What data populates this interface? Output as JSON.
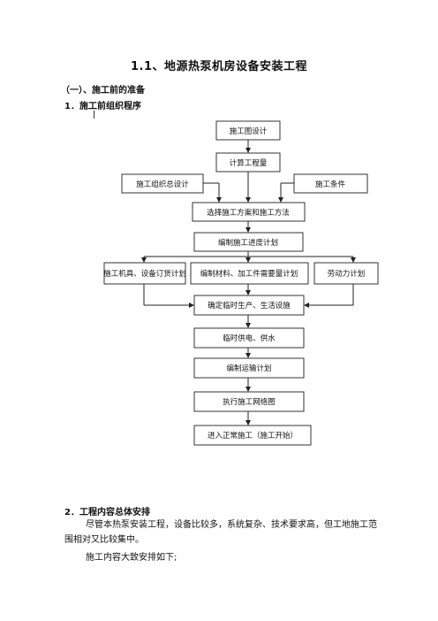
{
  "doc": {
    "title": "1.1、地源热泵机房设备安装工程",
    "section": "（一）、施工前的准备",
    "sub1": "1．施工前组织程序",
    "sub2": "2．工程内容总体安排",
    "para1": "尽管本热泵安装工程，设备比较多，系统复杂、技术要求高，但工地施工范围相对又比较集中。",
    "para2": "施工内容大致安排如下;"
  },
  "flow": {
    "design": "施工图设计",
    "quantity": "计算工程量",
    "org_design": "施工组织总设计",
    "conditions": "施工条件",
    "method": "选择施工方案和施工方法",
    "schedule": "编制施工进度计划",
    "machinery": "施工机具、设备订货计划",
    "materials": "编制材料、加工件需要量计划",
    "labor": "劳动力计划",
    "temp_facilities": "确定临时生产、生活设施",
    "power_water": "临时供电、供水",
    "transport": "编制运输计划",
    "network": "执行施工网络图",
    "start": "进入正常施工（施工开始）"
  }
}
